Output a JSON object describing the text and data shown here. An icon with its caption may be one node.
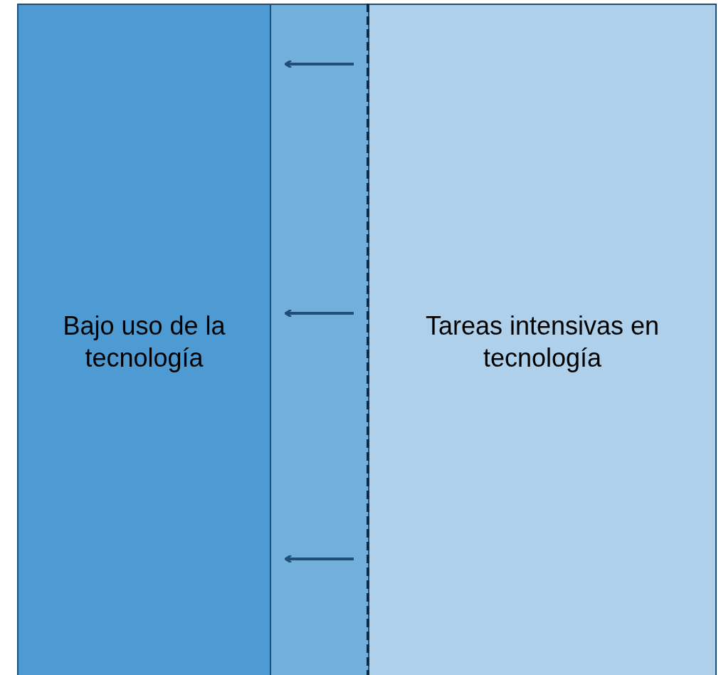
{
  "diagram": {
    "nodes": [
      {
        "text": [
          "Bajo uso de la tecnología"
        ]
      },
      {
        "text": [],
        "shape": "box"
      },
      {
        "text": [
          "Tareas intensivas en tecnología"
        ]
      }
    ]
  }
}
